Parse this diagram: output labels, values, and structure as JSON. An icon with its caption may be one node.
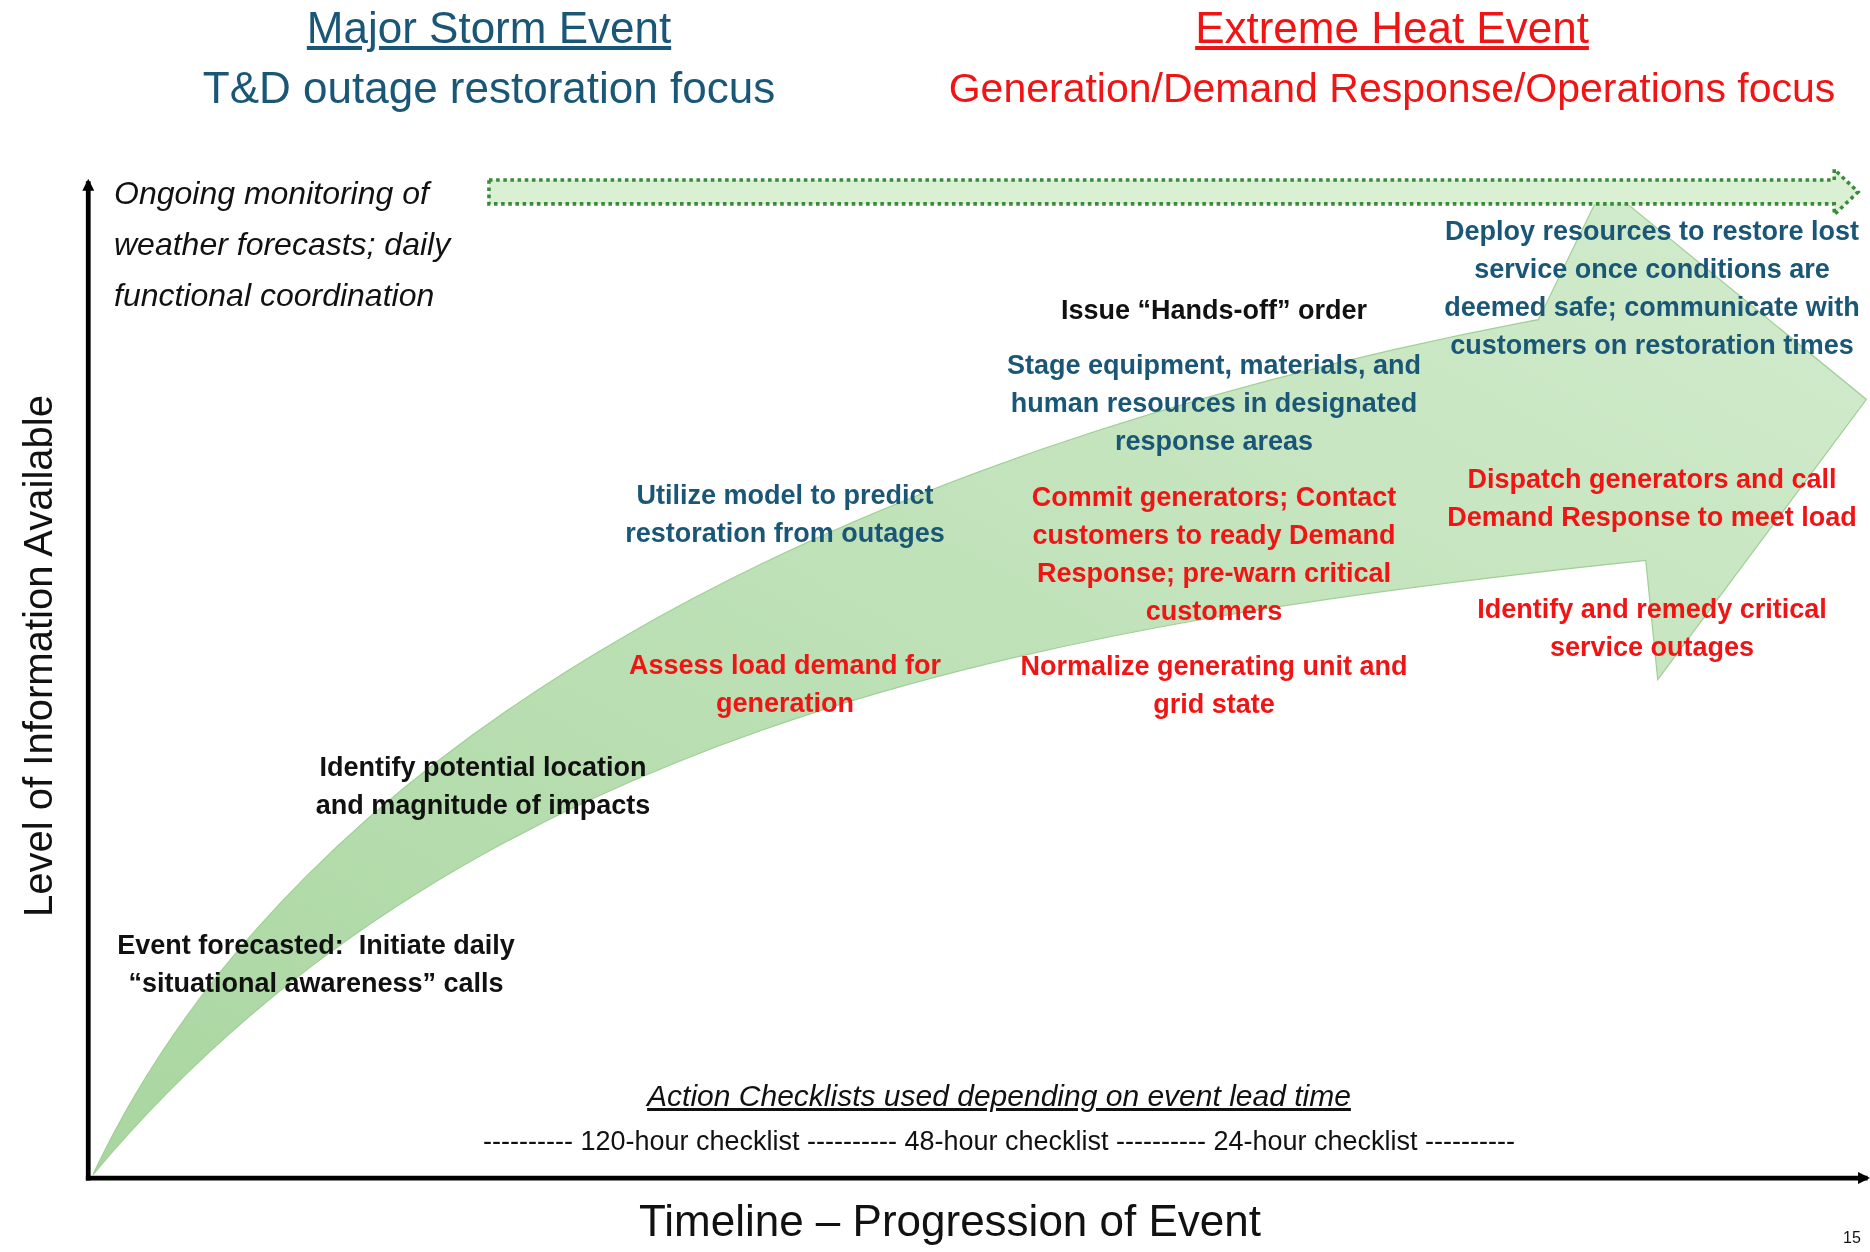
{
  "diagram": {
    "labels": [
      "Major Storm Event",
      "T&D outage restoration focus",
      "Extreme Heat Event",
      "Generation/Demand Response/Operations focus",
      "Ongoing monitoring of weather forecasts; daily functional coordination",
      "Deploy resources to restore lost service once conditions are deemed safe; communicate with customers on restoration times",
      "Issue “Hands-off” order",
      "Stage equipment, materials, and human resources in designated response areas",
      "Utilize model to predict restoration from outages",
      "Commit generators; Contact customers to ready Demand Response; pre-warn critical customers",
      "Dispatch generators and call Demand Response to meet load",
      "Assess load demand for generation",
      "Identify and remedy critical service outages",
      "Normalize generating unit and grid state",
      "Identify potential location and magnitude of impacts",
      "Event forecasted:  Initiate daily “situational awareness” calls",
      "Level of Information Available",
      "Action Checklists used depending on event lead time",
      "---------- 120-hour checklist ---------- 48-hour checklist ---------- 24-hour checklist ----------",
      "Timeline – Progression of Event",
      "15"
    ]
  }
}
